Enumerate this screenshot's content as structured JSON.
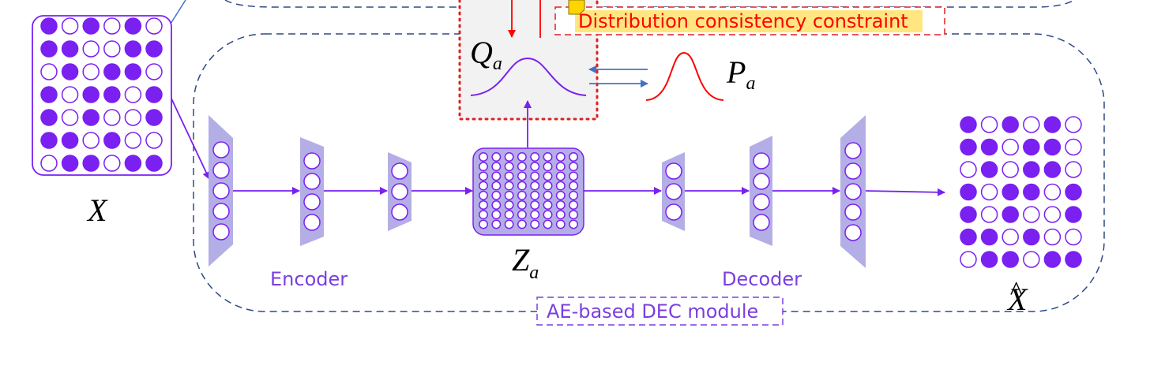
{
  "labels": {
    "module": "AE-based DEC module",
    "constraint": "Distribution consistency constraint",
    "encoder": "Encoder",
    "decoder": "Decoder",
    "input_symbol": "X",
    "output_symbol": "X",
    "output_hat": "^",
    "latent_symbol": "Z",
    "latent_sub": "a",
    "q_symbol": "Q",
    "q_sub": "a",
    "p_symbol": "P",
    "p_sub": "a"
  },
  "matrices": {
    "input": [
      [
        1,
        0,
        1,
        0,
        1,
        0
      ],
      [
        1,
        1,
        0,
        0,
        1,
        1
      ],
      [
        0,
        1,
        0,
        1,
        1,
        0
      ],
      [
        1,
        0,
        1,
        1,
        0,
        1
      ],
      [
        1,
        0,
        1,
        0,
        0,
        1
      ],
      [
        1,
        1,
        0,
        1,
        0,
        0
      ],
      [
        0,
        1,
        1,
        0,
        1,
        1
      ]
    ],
    "output": [
      [
        1,
        0,
        1,
        0,
        1,
        0
      ],
      [
        1,
        1,
        0,
        1,
        1,
        0
      ],
      [
        0,
        1,
        0,
        1,
        1,
        0
      ],
      [
        1,
        0,
        1,
        1,
        0,
        1
      ],
      [
        1,
        0,
        1,
        0,
        0,
        1
      ],
      [
        1,
        1,
        0,
        1,
        0,
        0
      ],
      [
        0,
        1,
        1,
        0,
        1,
        1
      ]
    ]
  },
  "layers": {
    "encoder_nodes": [
      5,
      4,
      3
    ],
    "decoder_nodes": [
      3,
      4,
      5
    ],
    "latent_grid": [
      8,
      8
    ]
  },
  "colors": {
    "purple": "#7a20f0",
    "layer_fill": "#b4aee6",
    "red": "#ff0000",
    "dash_blue": "#2e4a86",
    "arrow_blue": "#4472c4",
    "highlight": "#ffe680"
  }
}
